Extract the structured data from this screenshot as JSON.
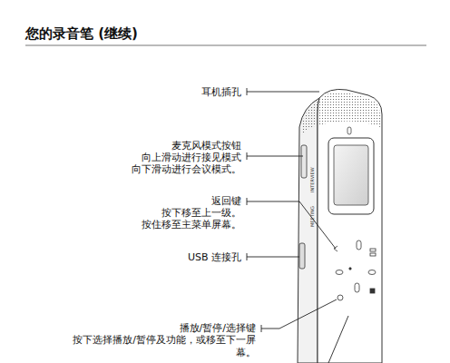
{
  "diagram": {
    "title": "您的录音笔 (继续)",
    "labels": [
      "耳机插孔",
      "麦克风模式按钮",
      "向上滑动进行接见模式",
      "向下滑动进行会议模式。",
      "返回键",
      "按下移至上一级。",
      "按住移至主菜单屏幕。",
      "USB 连接孔",
      "播放/暂停/选择键",
      "按下选择播放/暂停及功能，或移至下一屏",
      "幕。",
      "INTERVIEW",
      "MEETING"
    ]
  }
}
